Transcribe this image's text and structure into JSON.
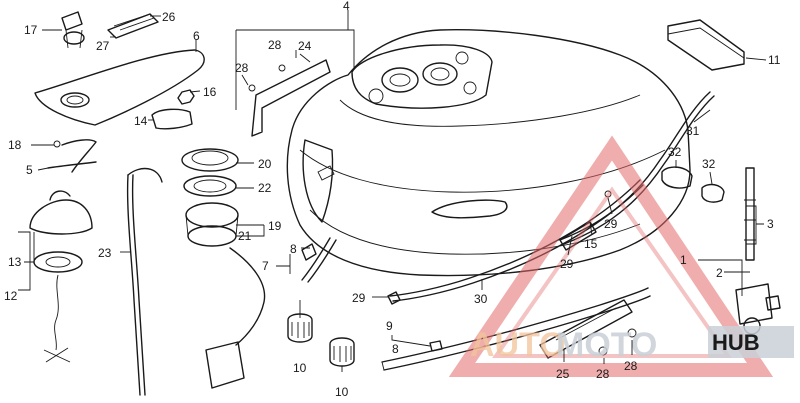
{
  "callouts": [
    "17",
    "26",
    "27",
    "6",
    "16",
    "14",
    "18",
    "5",
    "13",
    "12",
    "23",
    "20",
    "22",
    "19",
    "21",
    "8",
    "7",
    "28",
    "24",
    "28",
    "4",
    "10",
    "10",
    "29",
    "9",
    "8",
    "30",
    "31",
    "32",
    "32",
    "11",
    "3",
    "1",
    "2",
    "25",
    "28",
    "28",
    "29",
    "15",
    "29"
  ],
  "watermark": {
    "part1": "AUTO",
    "part2": "MOTO",
    "part3": "HUB"
  }
}
